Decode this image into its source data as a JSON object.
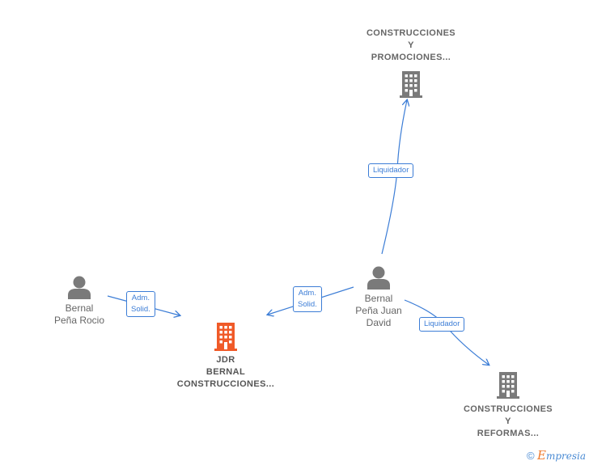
{
  "nodes": {
    "top_company": {
      "lines": [
        "CONSTRUCCIONES",
        "Y",
        "PROMOCIONES..."
      ],
      "icon": "building-icon",
      "color": "#7a7a7a"
    },
    "main_company": {
      "lines": [
        "JDR",
        "BERNAL",
        "CONSTRUCCIONES..."
      ],
      "icon": "building-icon",
      "color": "#f05a28"
    },
    "bottom_company": {
      "lines": [
        "CONSTRUCCIONES",
        "Y",
        "REFORMAS..."
      ],
      "icon": "building-icon",
      "color": "#7a7a7a"
    },
    "person_left": {
      "lines": [
        "Bernal",
        "Peña Rocio"
      ],
      "icon": "person-icon",
      "color": "#7a7a7a"
    },
    "person_right": {
      "lines": [
        "Bernal",
        "Peña Juan",
        "David"
      ],
      "icon": "person-icon",
      "color": "#7a7a7a"
    }
  },
  "edges": {
    "left_to_main": {
      "lines": [
        "Adm.",
        "Solid."
      ]
    },
    "right_to_main": {
      "lines": [
        "Adm.",
        "Solid."
      ]
    },
    "right_to_top": {
      "lines": [
        "Liquidador"
      ]
    },
    "right_to_bottom": {
      "lines": [
        "Liquidador"
      ]
    }
  },
  "colors": {
    "edge": "#3c7dd6",
    "accent": "#f05a28",
    "neutral": "#7a7a7a"
  },
  "footer": {
    "copyright": "©",
    "brand_initial": "E",
    "brand_rest": "mpresia"
  }
}
